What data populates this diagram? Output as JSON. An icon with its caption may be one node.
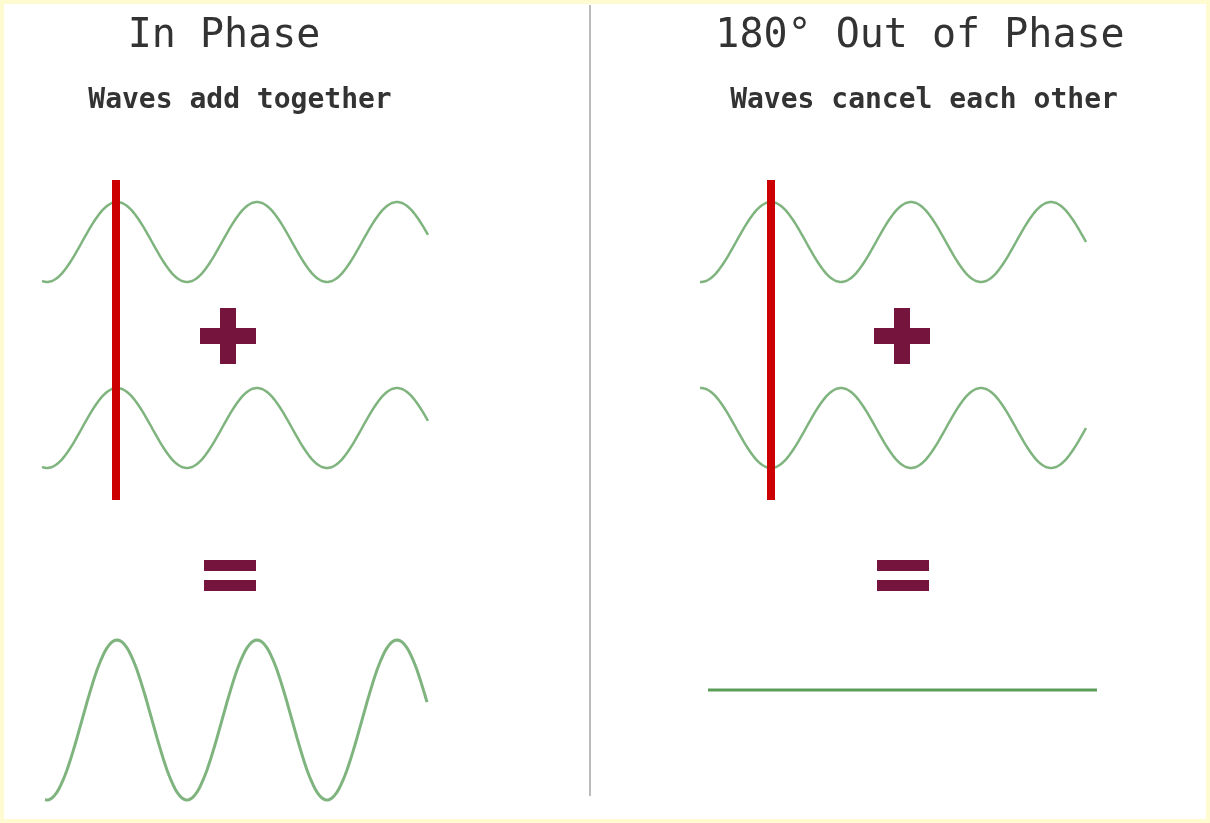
{
  "diagram": {
    "labels": [
      "In Phase",
      "Waves add together",
      "180° Out of Phase",
      "Waves cancel each other"
    ]
  }
}
